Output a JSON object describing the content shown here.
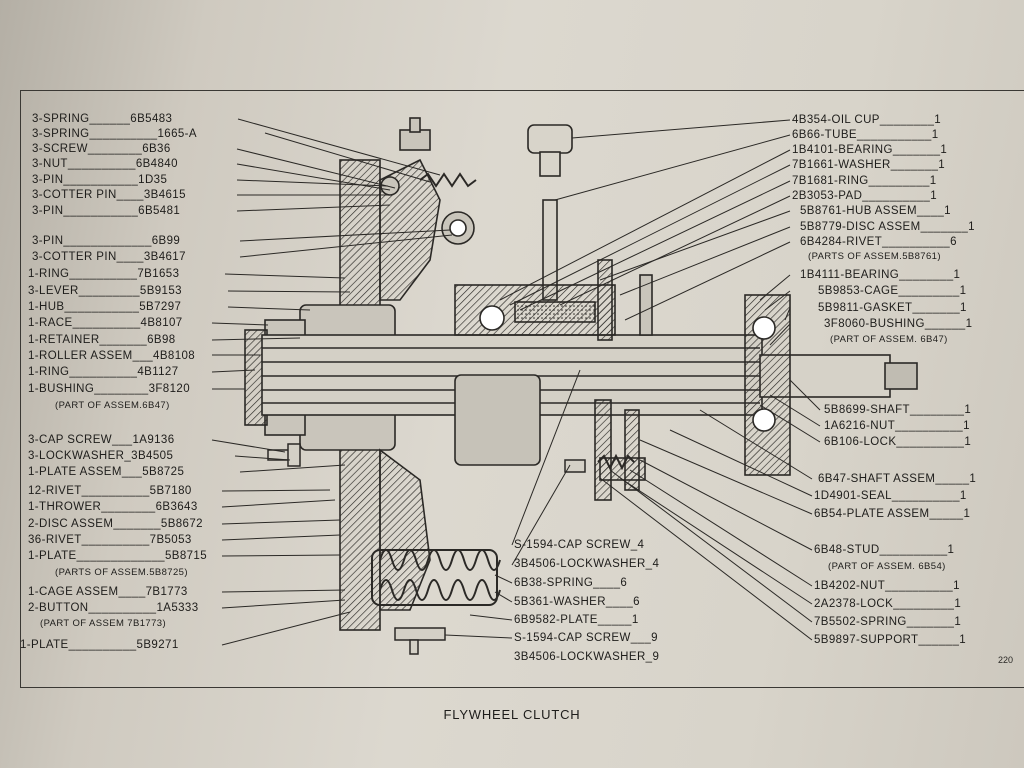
{
  "caption": "FLYWHEEL CLUTCH",
  "page_number": "220",
  "left_labels": [
    {
      "text": "3-SPRING______6B5483"
    },
    {
      "text": "3-SPRING__________1665-A"
    },
    {
      "text": "3-SCREW________6B36"
    },
    {
      "text": "3-NUT__________6B4840"
    },
    {
      "text": "3-PIN___________1D35"
    },
    {
      "text": "3-COTTER PIN____3B4615"
    },
    {
      "text": "3-PIN___________6B5481"
    },
    {
      "text": "3-PIN_____________6B99"
    },
    {
      "text": "3-COTTER PIN____3B4617"
    },
    {
      "text": "1-RING__________7B1653"
    },
    {
      "text": "3-LEVER_________5B9153"
    },
    {
      "text": "1-HUB___________5B7297"
    },
    {
      "text": "1-RACE__________4B8107"
    },
    {
      "text": "1-RETAINER_______6B98"
    },
    {
      "text": "1-ROLLER ASSEM___4B8108"
    },
    {
      "text": "1-RING__________4B1127"
    },
    {
      "text": "1-BUSHING________3F8120"
    },
    {
      "text": "(PART OF ASSEM.6B47)"
    },
    {
      "text": "3-CAP SCREW___1A9136"
    },
    {
      "text": "3-LOCKWASHER_3B4505"
    },
    {
      "text": "1-PLATE ASSEM___5B8725"
    },
    {
      "text": "12-RIVET__________5B7180"
    },
    {
      "text": "1-THROWER________6B3643"
    },
    {
      "text": "2-DISC ASSEM_______5B8672"
    },
    {
      "text": "36-RIVET__________7B5053"
    },
    {
      "text": "1-PLATE_____________5B8715"
    },
    {
      "text": "(PARTS OF ASSEM.5B8725)"
    },
    {
      "text": "1-CAGE ASSEM____7B1773"
    },
    {
      "text": "2-BUTTON__________1A5333"
    },
    {
      "text": "(PART OF ASSEM 7B1773)"
    },
    {
      "text": "1-PLATE__________5B9271"
    }
  ],
  "right_labels": [
    {
      "text": "4B354-OIL CUP________1"
    },
    {
      "text": "6B66-TUBE___________1"
    },
    {
      "text": "1B4101-BEARING_______1"
    },
    {
      "text": "7B1661-WASHER_______1"
    },
    {
      "text": "7B1681-RING_________1"
    },
    {
      "text": "2B3053-PAD__________1"
    },
    {
      "text": "5B8761-HUB ASSEM____1"
    },
    {
      "text": "5B8779-DISC ASSEM_______1"
    },
    {
      "text": "6B4284-RIVET__________6"
    },
    {
      "text": "(PARTS OF ASSEM.5B8761)"
    },
    {
      "text": "1B4111-BEARING________1"
    },
    {
      "text": "5B9853-CAGE_________1"
    },
    {
      "text": "5B9811-GASKET_______1"
    },
    {
      "text": "3F8060-BUSHING______1"
    },
    {
      "text": "(PART OF ASSEM. 6B47)"
    },
    {
      "text": "5B8699-SHAFT________1"
    },
    {
      "text": "1A6216-NUT__________1"
    },
    {
      "text": "6B106-LOCK__________1"
    },
    {
      "text": "6B47-SHAFT ASSEM_____1"
    },
    {
      "text": "1D4901-SEAL__________1"
    },
    {
      "text": "6B54-PLATE ASSEM_____1"
    },
    {
      "text": "6B48-STUD__________1"
    },
    {
      "text": "(PART OF ASSEM. 6B54)"
    },
    {
      "text": "1B4202-NUT__________1"
    },
    {
      "text": "2A2378-LOCK_________1"
    },
    {
      "text": "7B5502-SPRING_______1"
    },
    {
      "text": "5B9897-SUPPORT______1"
    }
  ],
  "center_labels": [
    {
      "text": "S-1594-CAP SCREW_4"
    },
    {
      "text": "3B4506-LOCKWASHER_4"
    },
    {
      "text": "6B38-SPRING____6"
    },
    {
      "text": "5B361-WASHER____6"
    },
    {
      "text": "6B9582-PLATE_____1"
    },
    {
      "text": "S-1594-CAP SCREW___9"
    },
    {
      "text": "3B4506-LOCKWASHER_9"
    }
  ]
}
